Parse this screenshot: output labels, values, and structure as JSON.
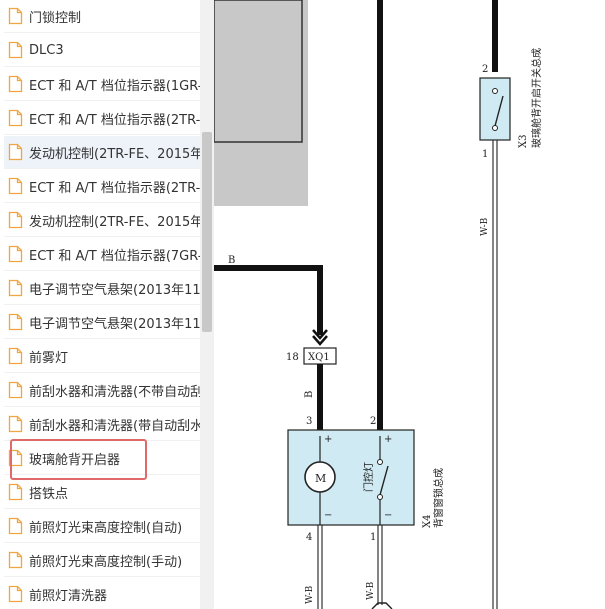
{
  "sidebar": {
    "items": [
      {
        "label": "门锁控制"
      },
      {
        "label": "DLC3"
      },
      {
        "label": "ECT 和 A/T 档位指示器(1GR-"
      },
      {
        "label": "ECT 和 A/T 档位指示器(2TR-"
      },
      {
        "label": "发动机控制(2TR-FE、2015年"
      },
      {
        "label": "ECT 和 A/T 档位指示器(2TR-"
      },
      {
        "label": "发动机控制(2TR-FE、2015年"
      },
      {
        "label": "ECT 和 A/T 档位指示器(7GR-"
      },
      {
        "label": "电子调节空气悬架(2013年11,"
      },
      {
        "label": "电子调节空气悬架(2013年11,"
      },
      {
        "label": "前雾灯"
      },
      {
        "label": "前刮水器和清洗器(不带自动刮"
      },
      {
        "label": "前刮水器和清洗器(带自动刮水"
      },
      {
        "label": "玻璃舱背开启器"
      },
      {
        "label": "搭铁点"
      },
      {
        "label": "前照灯光束高度控制(自动)"
      },
      {
        "label": "前照灯光束高度控制(手动)"
      },
      {
        "label": "前照灯清洗器"
      }
    ],
    "icon": "document-icon",
    "highlighted_index": 13,
    "hover_index": 4
  },
  "diagram": {
    "wire_b_label": "B",
    "wire_b_label_vertical": "B",
    "connector_xq1_pin": "18",
    "connector_xq1_name": "XQ1",
    "x3_pin_top": "2",
    "x3_pin_bottom": "1",
    "x3_code": "X3",
    "x3_name": "玻璃舱背开启开关总成",
    "x3_wire": "W-B",
    "x4_pin_motor_top": "3",
    "x4_pin_switch_top": "2",
    "x4_pin_motor_bottom": "4",
    "x4_pin_switch_bottom": "1",
    "x4_code": "X4",
    "x4_name": "背窗窗锁总成",
    "x4_motor": "M",
    "x4_switch_label": "门控灯",
    "plus": "+",
    "minus": "−",
    "wire_wb_left": "W-B",
    "wire_wb_right": "W-B"
  },
  "colors": {
    "highlight_border": "#e06a6a",
    "component_fill": "#cfeaf2",
    "panel_gray": "#c8c8c8"
  }
}
